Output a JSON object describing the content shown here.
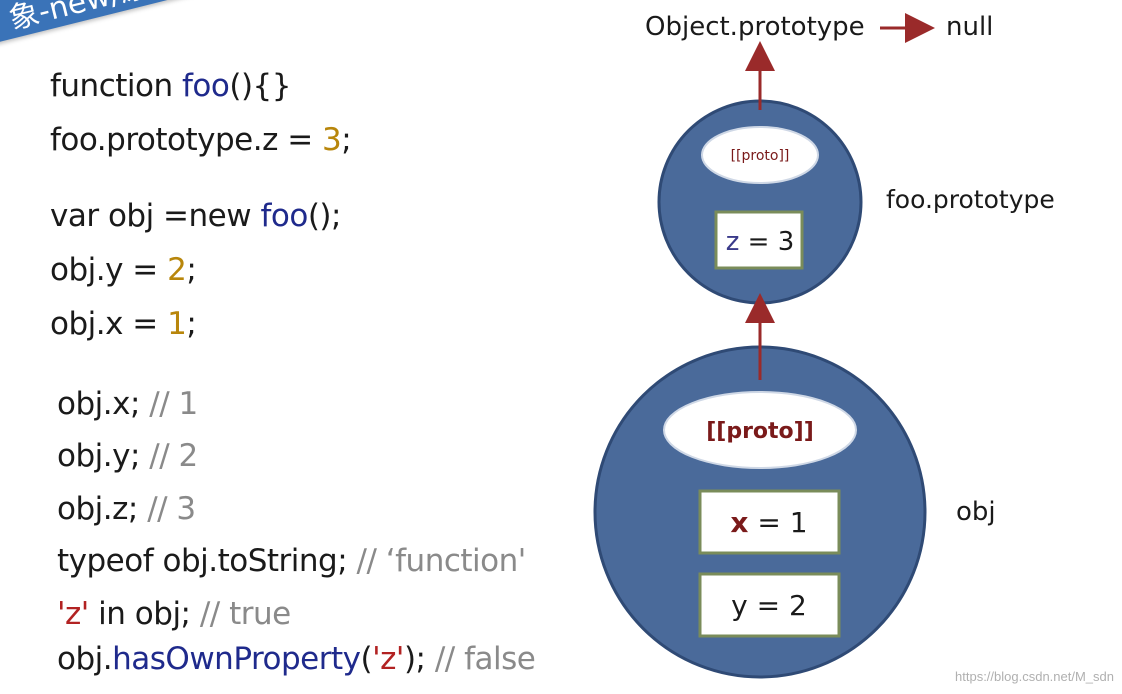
{
  "banner": {
    "text": "象-new/原型链"
  },
  "code": {
    "l1": {
      "a": "function ",
      "b": "foo",
      "c": "(){}"
    },
    "l2": {
      "a": "foo.prototype.z = ",
      "b": "3",
      "c": ";"
    },
    "l3": {
      "a": "var obj =new ",
      "b": "foo",
      "c": "();"
    },
    "l4": {
      "a": "obj.y = ",
      "b": "2",
      "c": ";"
    },
    "l5": {
      "a": "obj.x = ",
      "b": "1",
      "c": ";"
    },
    "l6": {
      "a": "obj.x; ",
      "b": "// 1"
    },
    "l7": {
      "a": "obj.y; ",
      "b": "// 2"
    },
    "l8": {
      "a": "obj.z; ",
      "b": "// 3"
    },
    "l9": {
      "a": "typeof obj.toString; ",
      "b": "//    ‘function'"
    },
    "l10": {
      "a": "'z'",
      "b": " in obj; ",
      "c": "// true"
    },
    "l11": {
      "a": "obj.",
      "b": "hasOwnProperty",
      "c": "(",
      "d": "'z'",
      "e": "); ",
      "f": "// false"
    }
  },
  "diagram": {
    "object_prototype_label": "Object.prototype",
    "null_label": "null",
    "foo_prototype_label": "foo.prototype",
    "obj_label": "obj",
    "small_proto": "[[proto]]",
    "z_prop": {
      "key": "z",
      "eq": " = 3"
    },
    "big_proto": "[[proto]]",
    "x_prop": {
      "key": "x",
      "eq": " = 1"
    },
    "y_prop": "y = 2",
    "colors": {
      "circle": "#4a6a9a",
      "arrow": "#9a2a2a"
    }
  },
  "watermark": "https://blog.csdn.net/M_sdn"
}
